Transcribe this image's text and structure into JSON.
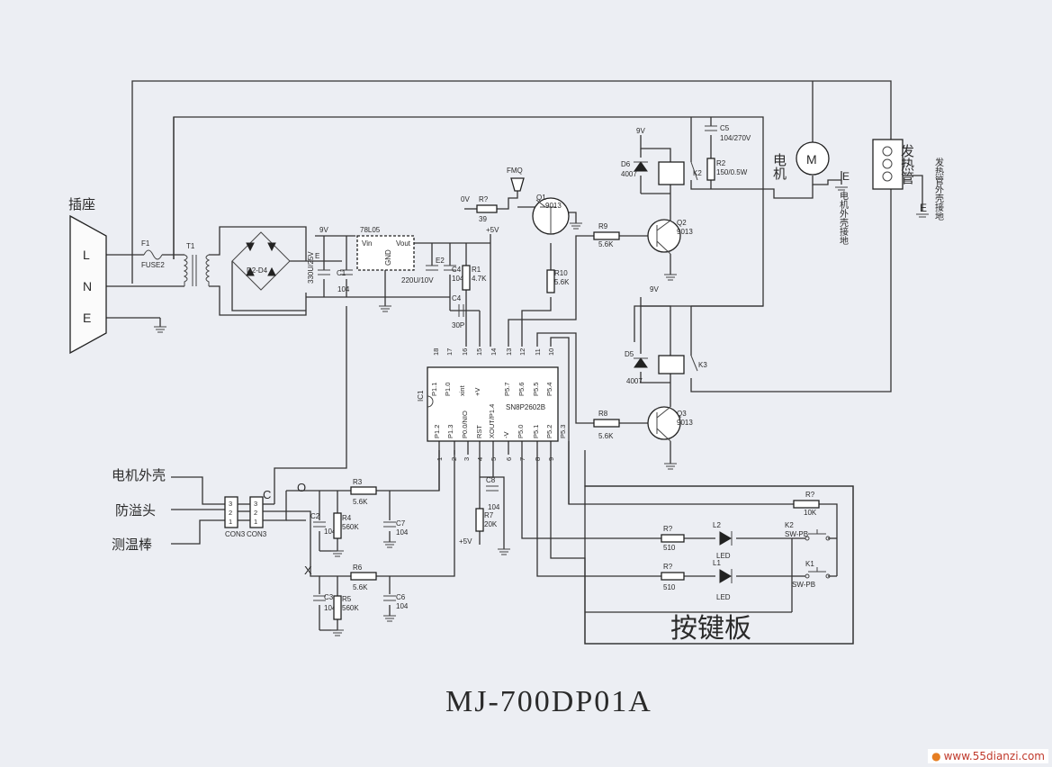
{
  "title": "MJ-700DP01A",
  "watermark": "www.55dianzi.com",
  "labels": {
    "socket": "插座",
    "line": "L",
    "neutral": "N",
    "earth": "E",
    "fuse_ref": "F1",
    "fuse_val": "FUSE2",
    "transformer": "T1",
    "bridge": "D2-D4",
    "cap_e_val": "330U/25V",
    "cap_e": "E",
    "c1": "C1",
    "c1_val": "104",
    "nine_v": "9V",
    "reg": "78L05",
    "reg_vin": "Vin",
    "reg_vout": "Vout",
    "reg_gnd": "GND",
    "e2": "E2",
    "e2_val": "220U/10V",
    "c4_top": "C4",
    "c4_top_val": "104",
    "r1": "R1",
    "r1_val": "4.7K",
    "c4_bot": "C4",
    "c4_bot_val": "30P",
    "plus5v": "+5V",
    "r7_top": "R?",
    "r7_top_val": "39",
    "zero_v": "0V",
    "fmq": "FMQ",
    "q1": "Q1",
    "q1_val": "9013",
    "r10": "R10",
    "r10_val": "5.6K",
    "r9": "R9",
    "r9_val": "5.6K",
    "q2": "Q2",
    "q2_val": "9013",
    "d6": "D6",
    "d6_val": "4007",
    "k2": "K2",
    "c5": "C5",
    "c5_val": "104/270V",
    "r2": "R2",
    "r2_val": "150/0.5W",
    "motor": "电机",
    "motor_m": "M",
    "motor_earth_e": "E",
    "motor_case_earth": "电机外壳接地",
    "heater": "发热管",
    "heater_e": "E",
    "heater_earth": "发热管外壳接地",
    "nine_v_2": "9V",
    "d5": "D5",
    "d5_val": "4007",
    "k3": "K3",
    "r8": "R8",
    "r8_val": "5.6K",
    "q3": "Q3",
    "q3_val": "9013",
    "ic_ref": "IC1",
    "ic_part": "SN8P2602B",
    "ic_top": [
      "P1.1",
      "P1.0",
      "xint",
      "+V",
      "P5.7",
      "P5.6",
      "P5.5",
      "P5.4"
    ],
    "ic_top_num": [
      "18",
      "17",
      "16",
      "15",
      "14",
      "13",
      "12",
      "11",
      "10"
    ],
    "ic_bot": [
      "P1.2",
      "P1.3",
      "P0.0/NIO",
      "RST",
      "XOUT/P1.4",
      "-V",
      "P5.0",
      "P5.1",
      "P5.2",
      "P5.3"
    ],
    "ic_bot_num": [
      "1",
      "2",
      "3",
      "4",
      "5",
      "6",
      "7",
      "8",
      "9"
    ],
    "motor_case": "电机外壳",
    "overflow": "防溢头",
    "temp_probe": "测温棒",
    "con3": "CON3",
    "con3b": "CON3",
    "pin_c": "C",
    "pin_o": "O",
    "pin_x": "X",
    "pins": [
      "3",
      "2",
      "1"
    ],
    "r3": "R3",
    "r3_val": "5.6K",
    "c2": "C2",
    "c2_val": "104",
    "r4": "R4",
    "r4_val": "560K",
    "c7": "C7",
    "c7_val": "104",
    "r6": "R6",
    "r6_val": "5.6K",
    "c3": "C3",
    "c3_val": "104",
    "r5": "R5",
    "r5_val": "560K",
    "c6": "C6",
    "c6_val": "104",
    "c8": "C8",
    "c8_val": "104",
    "r7": "R7",
    "r7_val": "20K",
    "plus5v_b": "+5V",
    "keyboard": "按键板",
    "r_top": "R?",
    "r_top_val": "10K",
    "led_r1": "R?",
    "led_r1_val": "510",
    "led_r2": "R?",
    "led_r2_val": "510",
    "l2": "L2",
    "l1": "L1",
    "led": "LED",
    "led2": "LED",
    "k2sw": "K2",
    "k1sw": "K1",
    "swpb": "SW-PB",
    "swpb2": "SW-PB"
  }
}
